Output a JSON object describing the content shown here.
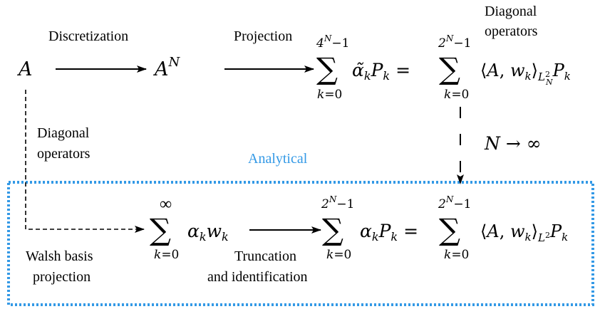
{
  "labels": {
    "discretization": "Discretization",
    "projection": "Projection",
    "diagonal_top_1": "Diagonal",
    "diagonal_top_2": "operators",
    "diagonal_left_1": "Diagonal",
    "diagonal_left_2": "operators",
    "analytical": "Analytical",
    "walsh_1": "Walsh basis",
    "walsh_2": "projection",
    "truncation_1": "Truncation",
    "truncation_2": "and identification",
    "limit": "N → ∞"
  },
  "colors": {
    "box": "#3399e6",
    "analytical_text": "#3399e6",
    "ink": "#000000"
  }
}
